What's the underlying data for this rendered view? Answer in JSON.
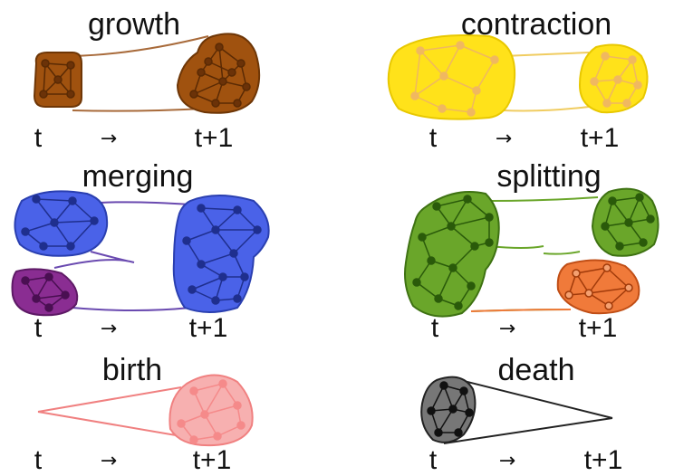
{
  "panels": [
    {
      "id": "growth",
      "title": "growth",
      "t_label": "t",
      "arrow": "→",
      "t1_label": "t+1",
      "color": "#a0520f"
    },
    {
      "id": "contraction",
      "title": "contraction",
      "t_label": "t",
      "arrow": "→",
      "t1_label": "t+1",
      "color": "#ffe21a"
    },
    {
      "id": "merging",
      "title": "merging",
      "t_label": "t",
      "arrow": "→",
      "t1_label": "t+1",
      "color": "#4a62e8",
      "color2": "#8a2d92"
    },
    {
      "id": "splitting",
      "title": "splitting",
      "t_label": "t",
      "arrow": "→",
      "t1_label": "t+1",
      "color": "#6aa62a",
      "color2": "#f07a3a"
    },
    {
      "id": "birth",
      "title": "birth",
      "t_label": "t",
      "arrow": "→",
      "t1_label": "t+1",
      "color": "#f7a0a0"
    },
    {
      "id": "death",
      "title": "death",
      "t_label": "t",
      "arrow": "→",
      "t1_label": "t+1",
      "color": "#777777"
    }
  ]
}
